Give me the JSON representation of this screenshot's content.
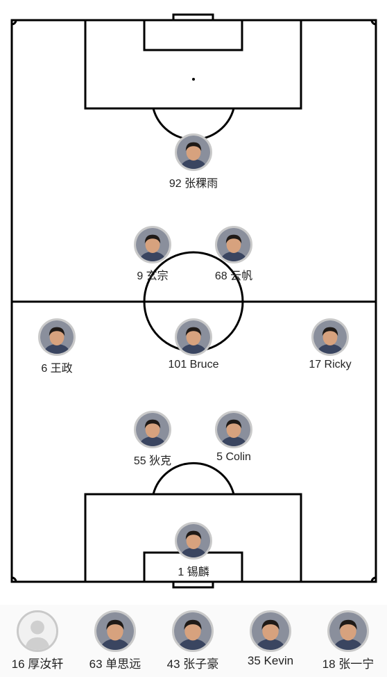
{
  "colors": {
    "line": "#000000",
    "avatar_border": "#c9c9c9",
    "skin": "#d7a27e",
    "hair": "#1f1a17",
    "shirt": "#3a4560"
  },
  "players": [
    {
      "id": "p92",
      "label": "92 张稞雨"
    },
    {
      "id": "p9",
      "label": "9 玄宗"
    },
    {
      "id": "p68",
      "label": "68 云帆"
    },
    {
      "id": "p6",
      "label": "6 王政"
    },
    {
      "id": "p101",
      "label": "101 Bruce"
    },
    {
      "id": "p17",
      "label": "17 Ricky"
    },
    {
      "id": "p55",
      "label": "55 狄克"
    },
    {
      "id": "p5",
      "label": "5 Colin"
    },
    {
      "id": "p1",
      "label": "1 锡麟"
    }
  ],
  "bench": [
    {
      "id": "b16",
      "label": "16 厚汝轩",
      "placeholder_avatar": true
    },
    {
      "id": "b63",
      "label": "63 单思远"
    },
    {
      "id": "b43",
      "label": "43 张子豪"
    },
    {
      "id": "b35",
      "label": "35 Kevin"
    },
    {
      "id": "b18",
      "label": "18 张一宁"
    }
  ]
}
